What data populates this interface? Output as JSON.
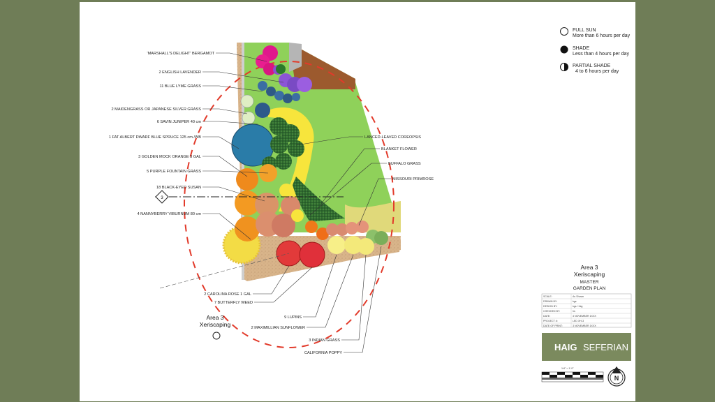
{
  "legend": [
    {
      "title": "FULL SUN",
      "desc": "More than 6 hours per day",
      "icon": "full-sun-circle-icon"
    },
    {
      "title": "SHADE",
      "desc": "Less than 4 hours per day",
      "icon": "shade-circle-icon"
    },
    {
      "title": "PARTIAL SHADE",
      "desc": "4 to 6 hours per day",
      "icon": "partial-shade-circle-icon"
    }
  ],
  "left_labels": [
    "'MARSHALL'S DELIGHT' BERGAMOT",
    "2 ENGLISH LAVENDER",
    "11 BLUE LYME GRASS",
    "2 MAIDENGRASS OR JAPANESE SILVER GRASS",
    "6 SAVIN JUNIPER 40 cm",
    "1 FAT ALBERT DWARF BLUE SPRUCE 125 cm /WB",
    "3 GOLDEN MOCK ORANGE 3 GAL",
    "5 PURPLE FOUNTAIN GRASS",
    "18 BLACK-EYED SUSAN",
    "4 NANNYBERRY VIBURNUM 80 cm"
  ],
  "right_labels": [
    "LANCED-LEAVED COREOPSIS",
    "BLANKET FLOWER",
    "BUFFALO GRASS",
    "MISSOURI PRIMROSE"
  ],
  "bottom_labels": [
    "2 CAROLINA ROSE 1 GAL",
    "7 BUTTERFLY WEED",
    "9 LUPINS",
    "2 MAXIMILLIAN SUNFLOWER",
    "3 INDIAN GRASS",
    "CALIFORNIA POPPY"
  ],
  "section_marker": "3",
  "area_label": {
    "line1": "Area 3",
    "line2": "Xeriscaping"
  },
  "title_block": {
    "line1": "Area 3",
    "line2": "Xeriscaping",
    "line3": "MASTER",
    "line4": "GARDEN PLAN",
    "rows": [
      {
        "k": "SCALE:",
        "v": "As Shown"
      },
      {
        "k": "DRAWN BY:",
        "v": "kgs"
      },
      {
        "k": "DESIGN BY:",
        "v": "kgs / hkg"
      },
      {
        "k": "CHECKED BY:",
        "v": "hs"
      },
      {
        "k": "DATE:",
        "v": "3 NOVEMBER 1XXX"
      },
      {
        "k": "PROJECT #:",
        "v": "LED XH-3"
      },
      {
        "k": "DATE OF PRINT:",
        "v": "3 NOVEMBER 1XXX"
      }
    ],
    "brand_first": "HAIG",
    "brand_second": "SEFERIAN",
    "scale_text": "1/4\" = 1'-0\"",
    "north": "N"
  },
  "colors": {
    "background": "#6f7d57",
    "lawn": "#8fd15a",
    "gravel": "#d8b48a",
    "brand_panel": "#7b8a5e",
    "boundary": "#e23a2a"
  }
}
